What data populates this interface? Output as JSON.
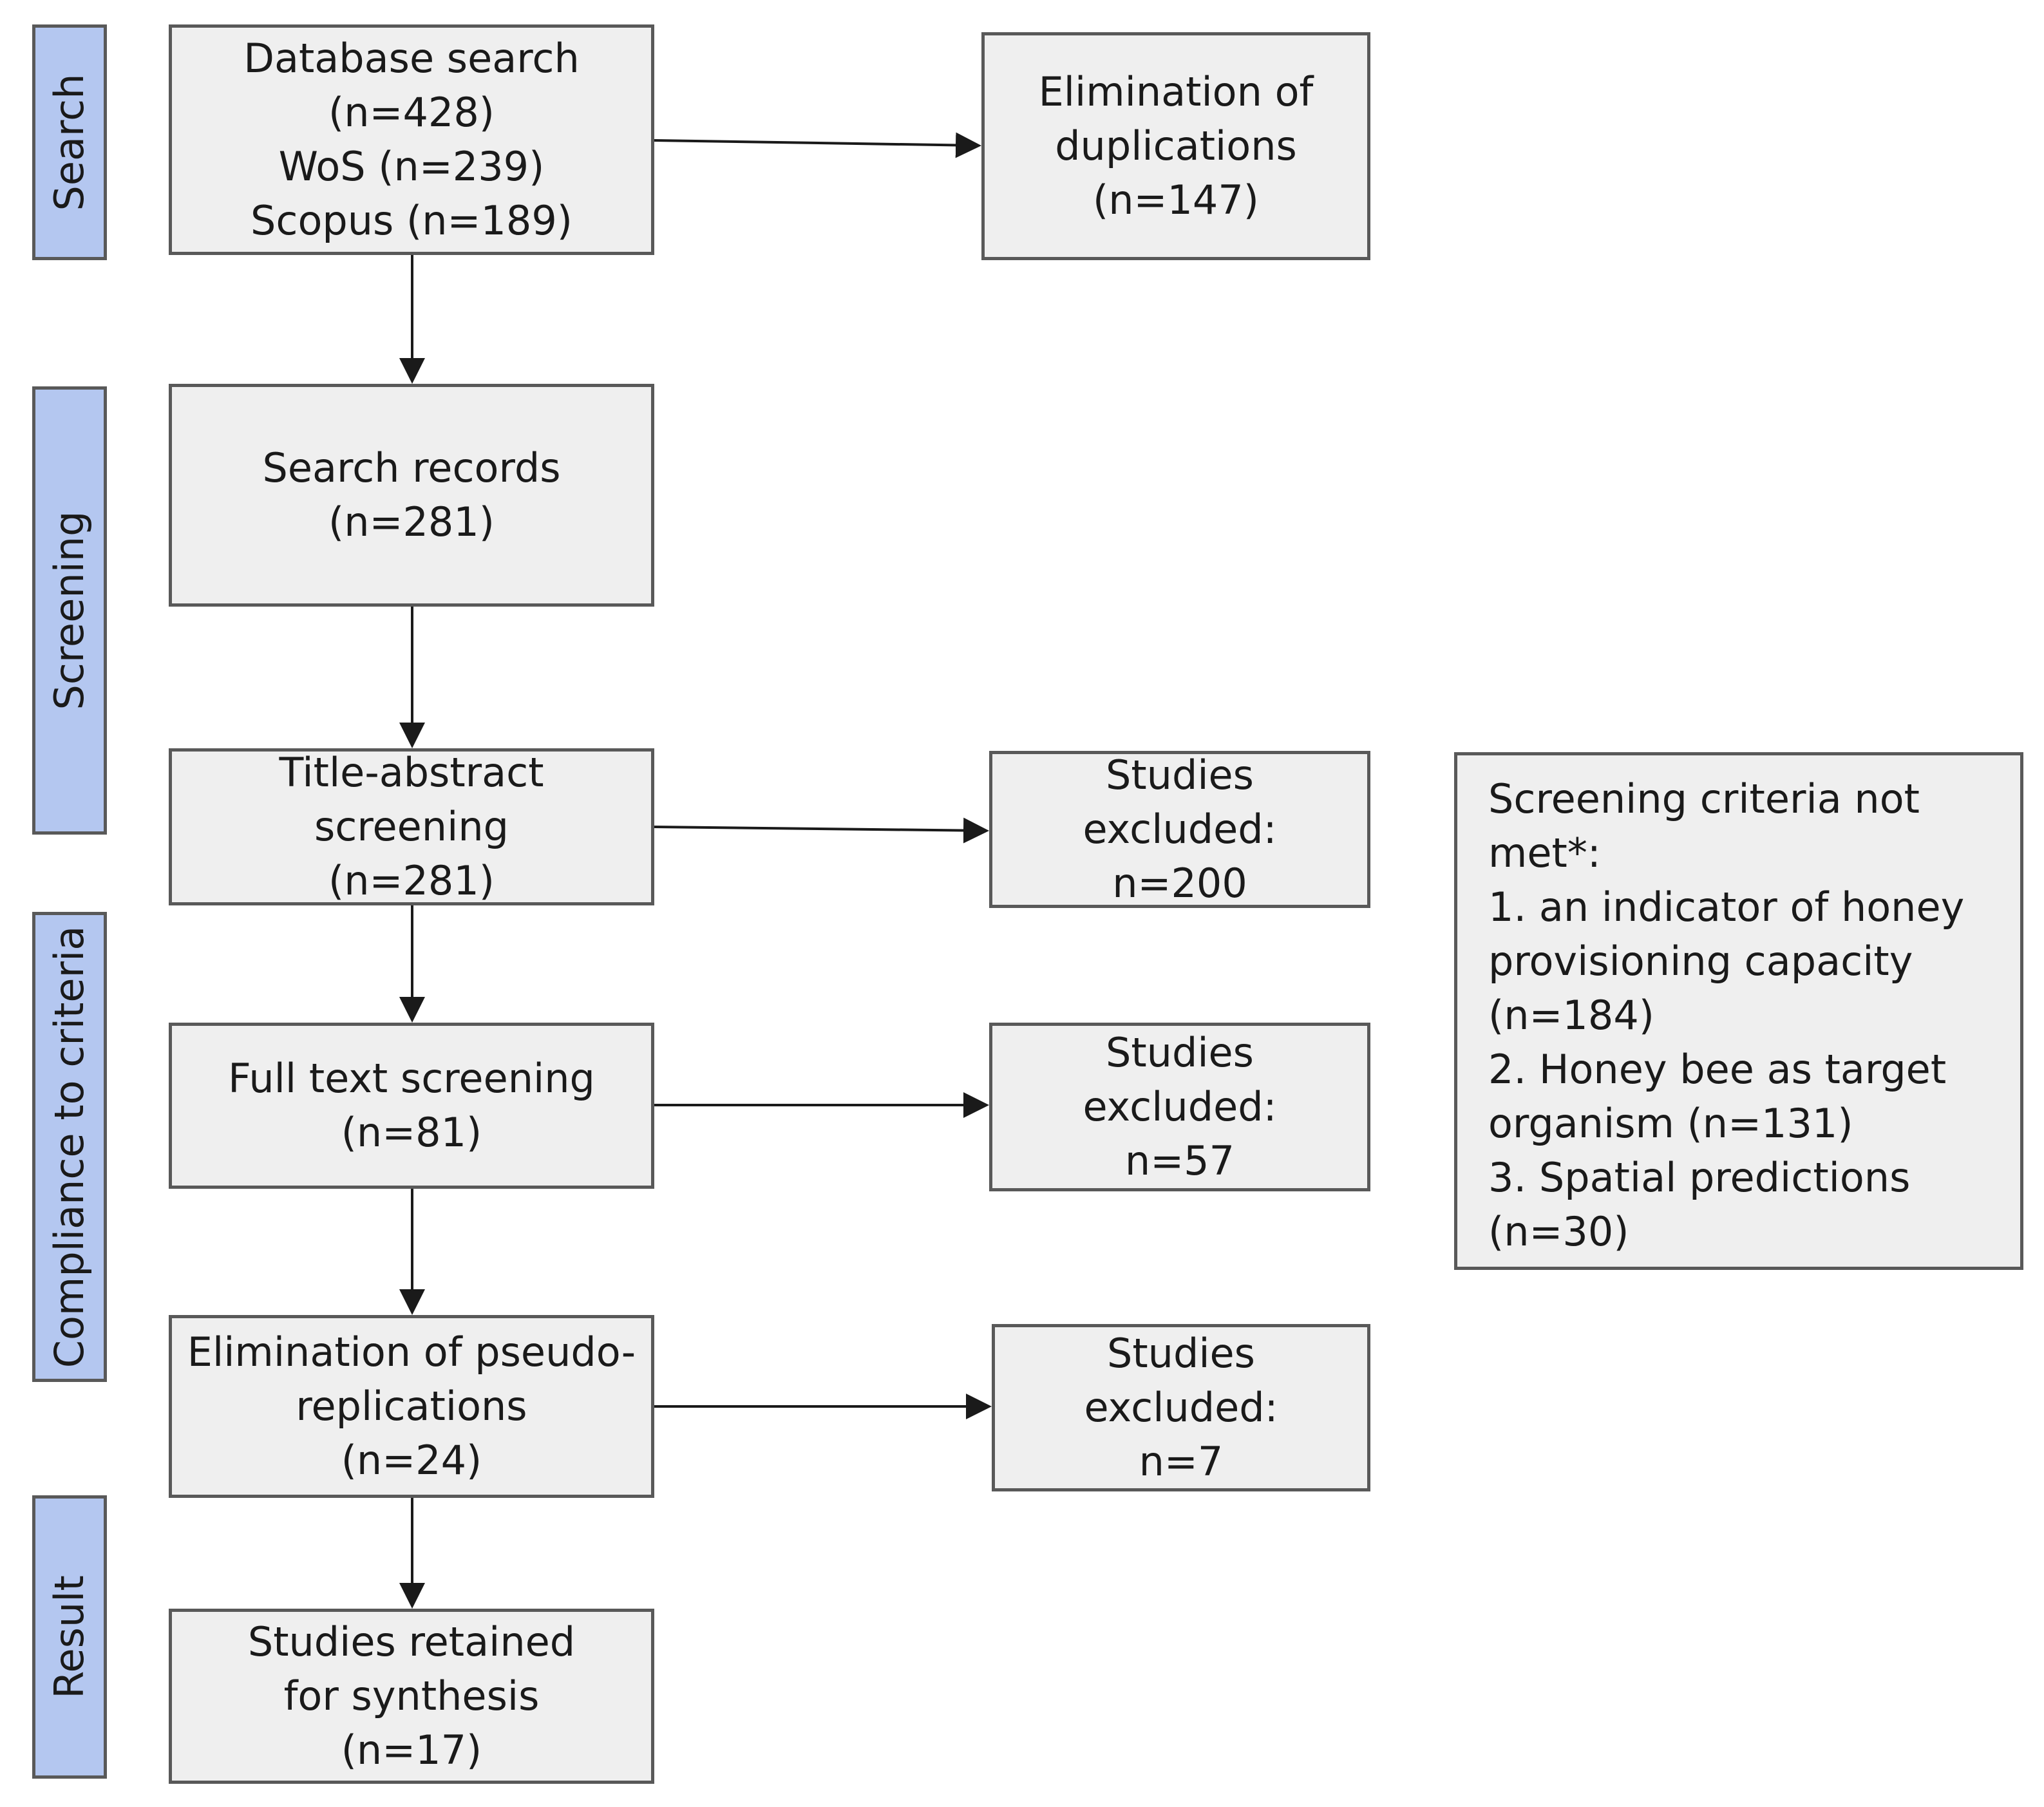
{
  "stages": {
    "search": "Search",
    "screening": "Screening",
    "compliance": "Compliance to criteria",
    "result": "Result"
  },
  "boxes": {
    "database_search": [
      "Database search",
      "(n=428)",
      "WoS (n=239)",
      "Scopus (n=189)"
    ],
    "elimination_duplications": [
      "Elimination of",
      "duplications",
      "(n=147)"
    ],
    "search_records": [
      "Search records",
      "(n=281)"
    ],
    "title_abstract": [
      "Title-abstract",
      "screening",
      "(n=281)"
    ],
    "excluded_title": [
      "Studies",
      "excluded:",
      "n=200"
    ],
    "criteria_not_met": [
      "Screening criteria not",
      "met*:",
      "1. an indicator of honey",
      "provisioning capacity",
      "(n=184)",
      "2. Honey bee as target",
      "organism (n=131)",
      "3. Spatial predictions",
      "(n=30)"
    ],
    "full_text": [
      "Full text screening",
      "(n=81)"
    ],
    "excluded_fulltext": [
      "Studies",
      "excluded:",
      "n=57"
    ],
    "pseudo_replications": [
      "Elimination of pseudo-",
      "replications",
      "(n=24)"
    ],
    "excluded_pseudo": [
      "Studies",
      "excluded:",
      "n=7"
    ],
    "retained": [
      "Studies retained",
      "for synthesis",
      "(n=17)"
    ]
  }
}
